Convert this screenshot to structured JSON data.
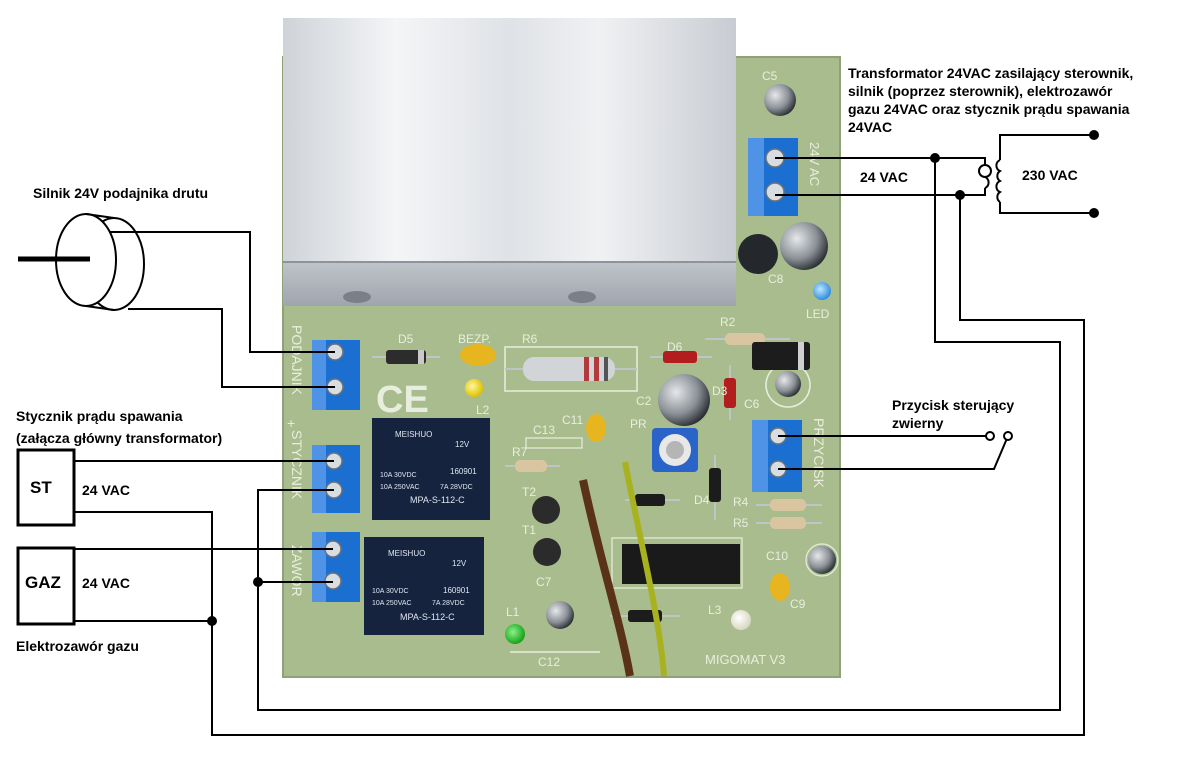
{
  "colors": {
    "pcb": "#a9bc8e",
    "pcb_dark": "#8fa275",
    "silk": "#e8eedd",
    "terminal": "#1b6fd0",
    "terminal_light": "#4f93e6",
    "heatsink": "#d9dde2",
    "relay": "#16233f",
    "wire": "#000000"
  },
  "labels": {
    "transformer_desc": [
      "Transformator 24VAC zasilający sterownik,",
      "silnik (poprzez sterownik), elektrozawór",
      "gazu 24VAC oraz stycznik prądu spawania",
      "24VAC"
    ],
    "motor": "Silnik 24V podajnika drutu",
    "contactor_desc": [
      "Stycznik prądu spawania",
      "(załącza główny transformator)"
    ],
    "st_box": "ST",
    "gaz_box": "GAZ",
    "st_voltage": "24 VAC",
    "gaz_voltage": "24 VAC",
    "gas_valve": "Elektrozawór gazu",
    "button_desc": [
      "Przycisk sterujący",
      "zwierny"
    ],
    "secondary_voltage": "24 VAC",
    "primary_voltage": "230 VAC"
  },
  "pcb_silk": {
    "d5": "D5",
    "bezp": "BEZP.",
    "r6": "R6",
    "r2": "R2",
    "d6": "D6",
    "d3": "D3",
    "c6": "C6",
    "c5": "C5",
    "c8": "C8",
    "led": "LED",
    "c11": "C11",
    "c13": "C13",
    "c2": "C2",
    "pr": "PR",
    "r7": "R7",
    "t2": "T2",
    "t1": "T1",
    "c7": "C7",
    "d4": "D4",
    "r4": "R4",
    "r5": "R5",
    "c10": "C10",
    "c9": "C9",
    "l1": "L1",
    "l2": "L2",
    "l3": "L3",
    "c12": "C12",
    "label_24vac": "24V AC",
    "label_podajnik": "PODAJNIK",
    "label_stycznik": "STYCZNIK",
    "label_zawor": "ZAWÓR",
    "label_przycisk": "PRZYCISK",
    "brand": "MIGOMAT V3",
    "ce": "CE",
    "plus": "+"
  },
  "relays": [
    {
      "brand": "MEISHUO",
      "coil": "12V",
      "rating1": "10A 30VDC",
      "rating2": "10A 250VAC",
      "rating3": "7A 28VDC",
      "code": "160901",
      "model": "MPA-S-112-C"
    },
    {
      "brand": "MEISHUO",
      "coil": "12V",
      "rating1": "10A 30VDC",
      "rating2": "10A 250VAC",
      "rating3": "7A 28VDC",
      "code": "160901",
      "model": "MPA-S-112-C"
    }
  ]
}
